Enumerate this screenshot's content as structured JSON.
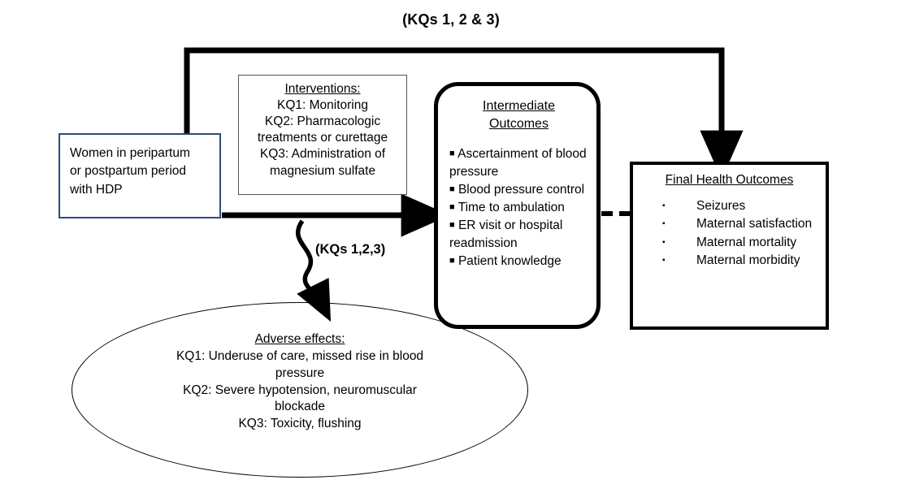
{
  "diagram": {
    "type": "analytic-framework",
    "top_label": "(KQs 1, 2 & 3)",
    "curve_label": "(KQs 1,2,3)",
    "colors": {
      "population_border": "#2e4b7c",
      "box_border": "#000000",
      "intervention_border": "#555555",
      "background": "#ffffff"
    },
    "population": {
      "line1": "Women in peripartum",
      "line2": "or postpartum period",
      "line3": "with HDP"
    },
    "interventions": {
      "title": "Interventions:",
      "line1": "KQ1: Monitoring",
      "line2": "KQ2: Pharmacologic",
      "line3": "treatments or curettage",
      "line4": "KQ3: Administration of",
      "line5": "magnesium sulfate"
    },
    "intermediate": {
      "title_line1": "Intermediate",
      "title_line2": "Outcomes",
      "bullet_glyph": "■",
      "items": [
        "Ascertainment of blood pressure",
        "Blood pressure control",
        "Time to ambulation",
        "ER visit or hospital readmission",
        "Patient knowledge"
      ]
    },
    "final": {
      "title": "Final Health Outcomes",
      "bullet_glyph": "▪",
      "items": [
        "Seizures",
        "Maternal satisfaction",
        "Maternal mortality",
        "Maternal morbidity"
      ]
    },
    "adverse": {
      "title": "Adverse effects:",
      "line1": "KQ1: Underuse of care, missed rise in blood",
      "line2": "pressure",
      "line3": "KQ2: Severe hypotension, neuromuscular",
      "line4": "blockade",
      "line5": "KQ3: Toxicity, flushing"
    }
  }
}
